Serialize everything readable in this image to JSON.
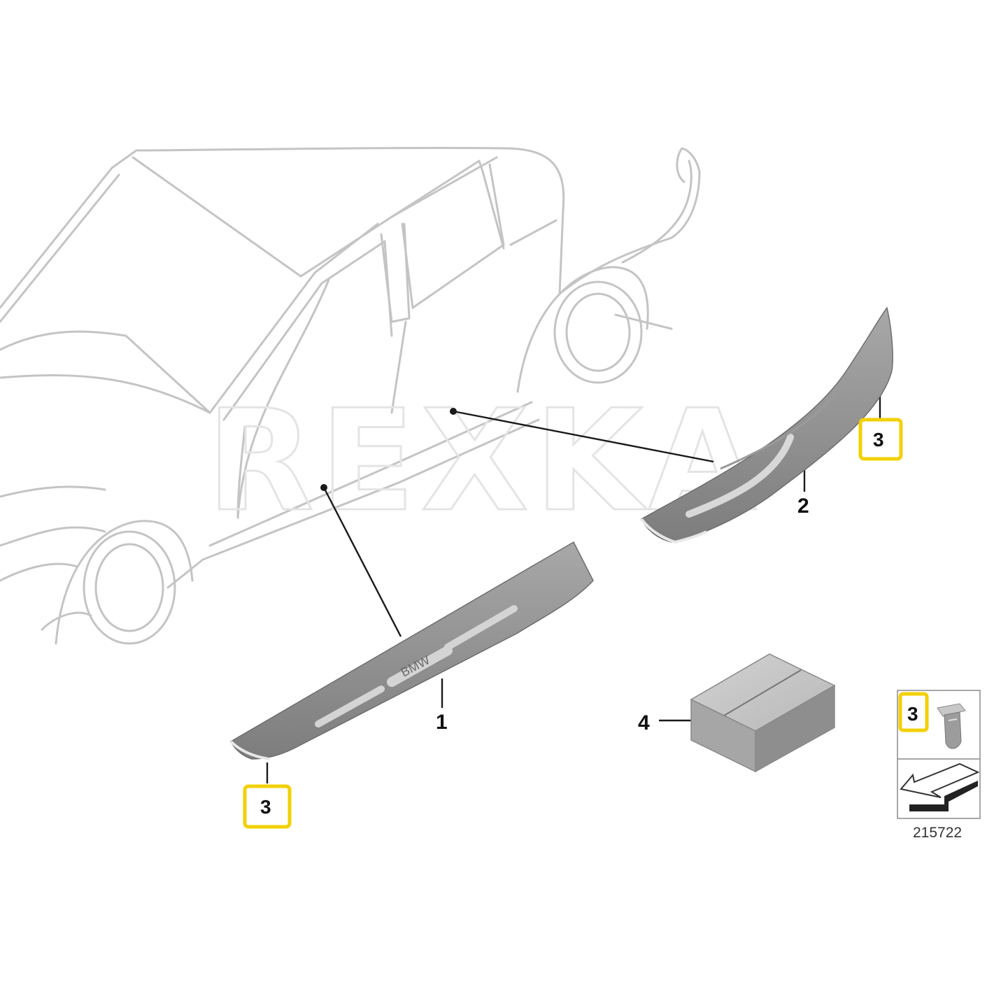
{
  "watermark": "REXKA",
  "callouts": {
    "part_1": "1",
    "part_2": "2",
    "part_4": "4",
    "badge_front_sill": "3",
    "badge_rear_sill": "3",
    "badge_legend": "3"
  },
  "sill_logo": "BMW",
  "reference_number": "215722",
  "colors": {
    "car_outline": "#c4c4c4",
    "badge_border": "#f2d000",
    "part_fill": "#8c8c8c",
    "leader": "#1a1a1a"
  },
  "icons": [
    "car-outline-illustration",
    "door-sill-plate",
    "box-package",
    "clip-fastener",
    "direction-arrow-icon"
  ]
}
